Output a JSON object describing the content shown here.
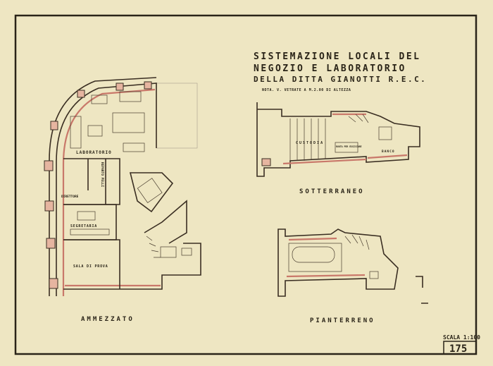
{
  "title": {
    "line1": "SISTEMAZIONE LOCALI DEL",
    "line2": "NEGOZIO E LABORATORIO",
    "line3": "DELLA DITTA GIANOTTI R.E.C."
  },
  "note": "NOTA. V. VETRATE A M.2.00 DI ALTEZZA",
  "plans": {
    "ammezzato": {
      "label": "AMMEZZATO",
      "rooms": [
        "LABORATORIO",
        "DIRETTORE",
        "REPARTO PELLI",
        "SEGRETARIA",
        "SALA DI PROVA"
      ]
    },
    "sotterraneo": {
      "label": "SOTTERRANEO",
      "rooms": [
        "CUSTODIA",
        "RUOTA PER ESSICCARE",
        "BANCO"
      ]
    },
    "pianterreno": {
      "label": "PIANTERRENO"
    }
  },
  "scale": "SCALA 1:100",
  "sheet_number": "175",
  "colors": {
    "paper": "#eee6c2",
    "ink": "#2a2418",
    "wall_red": "#c9786a"
  }
}
